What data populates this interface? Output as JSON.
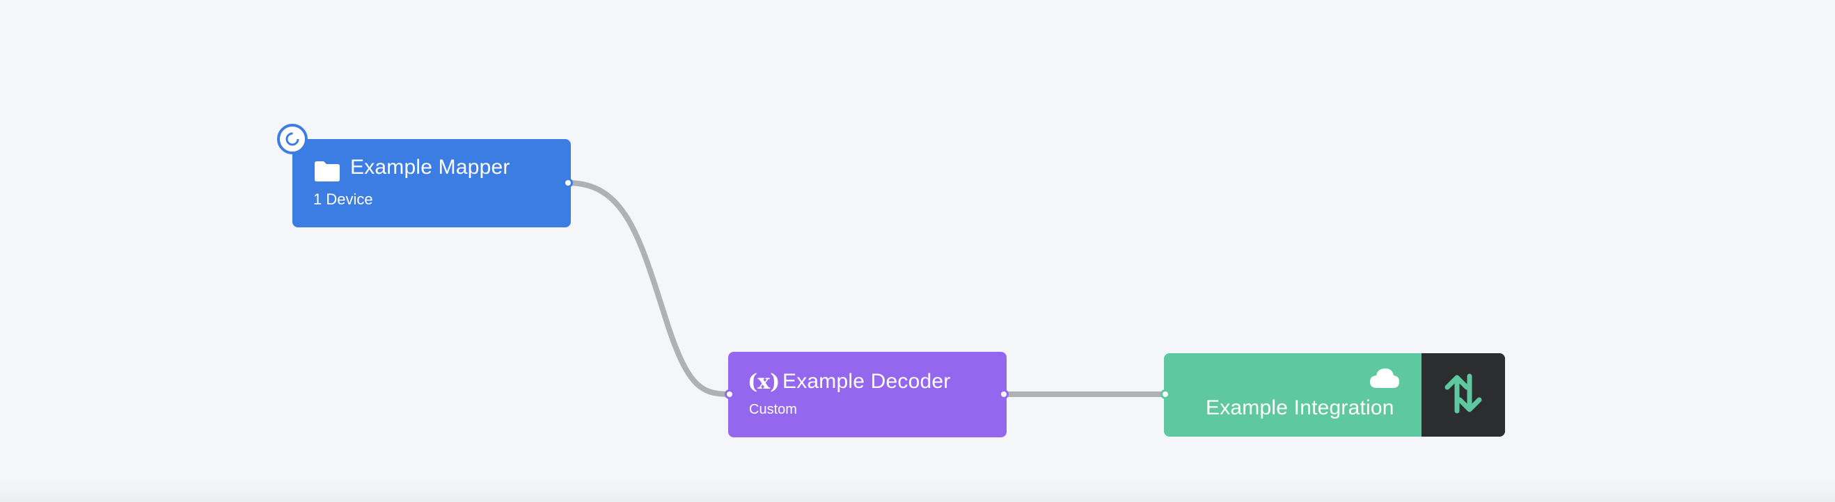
{
  "nodes": {
    "mapper": {
      "title": "Example Mapper",
      "subtitle": "1 Device",
      "color": "#3b7de3",
      "icon": "folder-icon",
      "badge_icon": "trigger-icon"
    },
    "decoder": {
      "title": "Example Decoder",
      "subtitle": "Custom",
      "color": "#9566ee",
      "icon_glyph": "(x)",
      "icon": "variable-icon"
    },
    "integration": {
      "title": "Example Integration",
      "color": "#5ec8a0",
      "icon": "cloud-icon",
      "side_icon": "up-down-arrows-icon",
      "side_color": "#2c2d2f"
    }
  },
  "edges": [
    {
      "from": "mapper",
      "to": "decoder"
    },
    {
      "from": "decoder",
      "to": "integration"
    }
  ],
  "colors": {
    "canvas": "#f4f6f9",
    "edge": "#b0b1b3"
  }
}
